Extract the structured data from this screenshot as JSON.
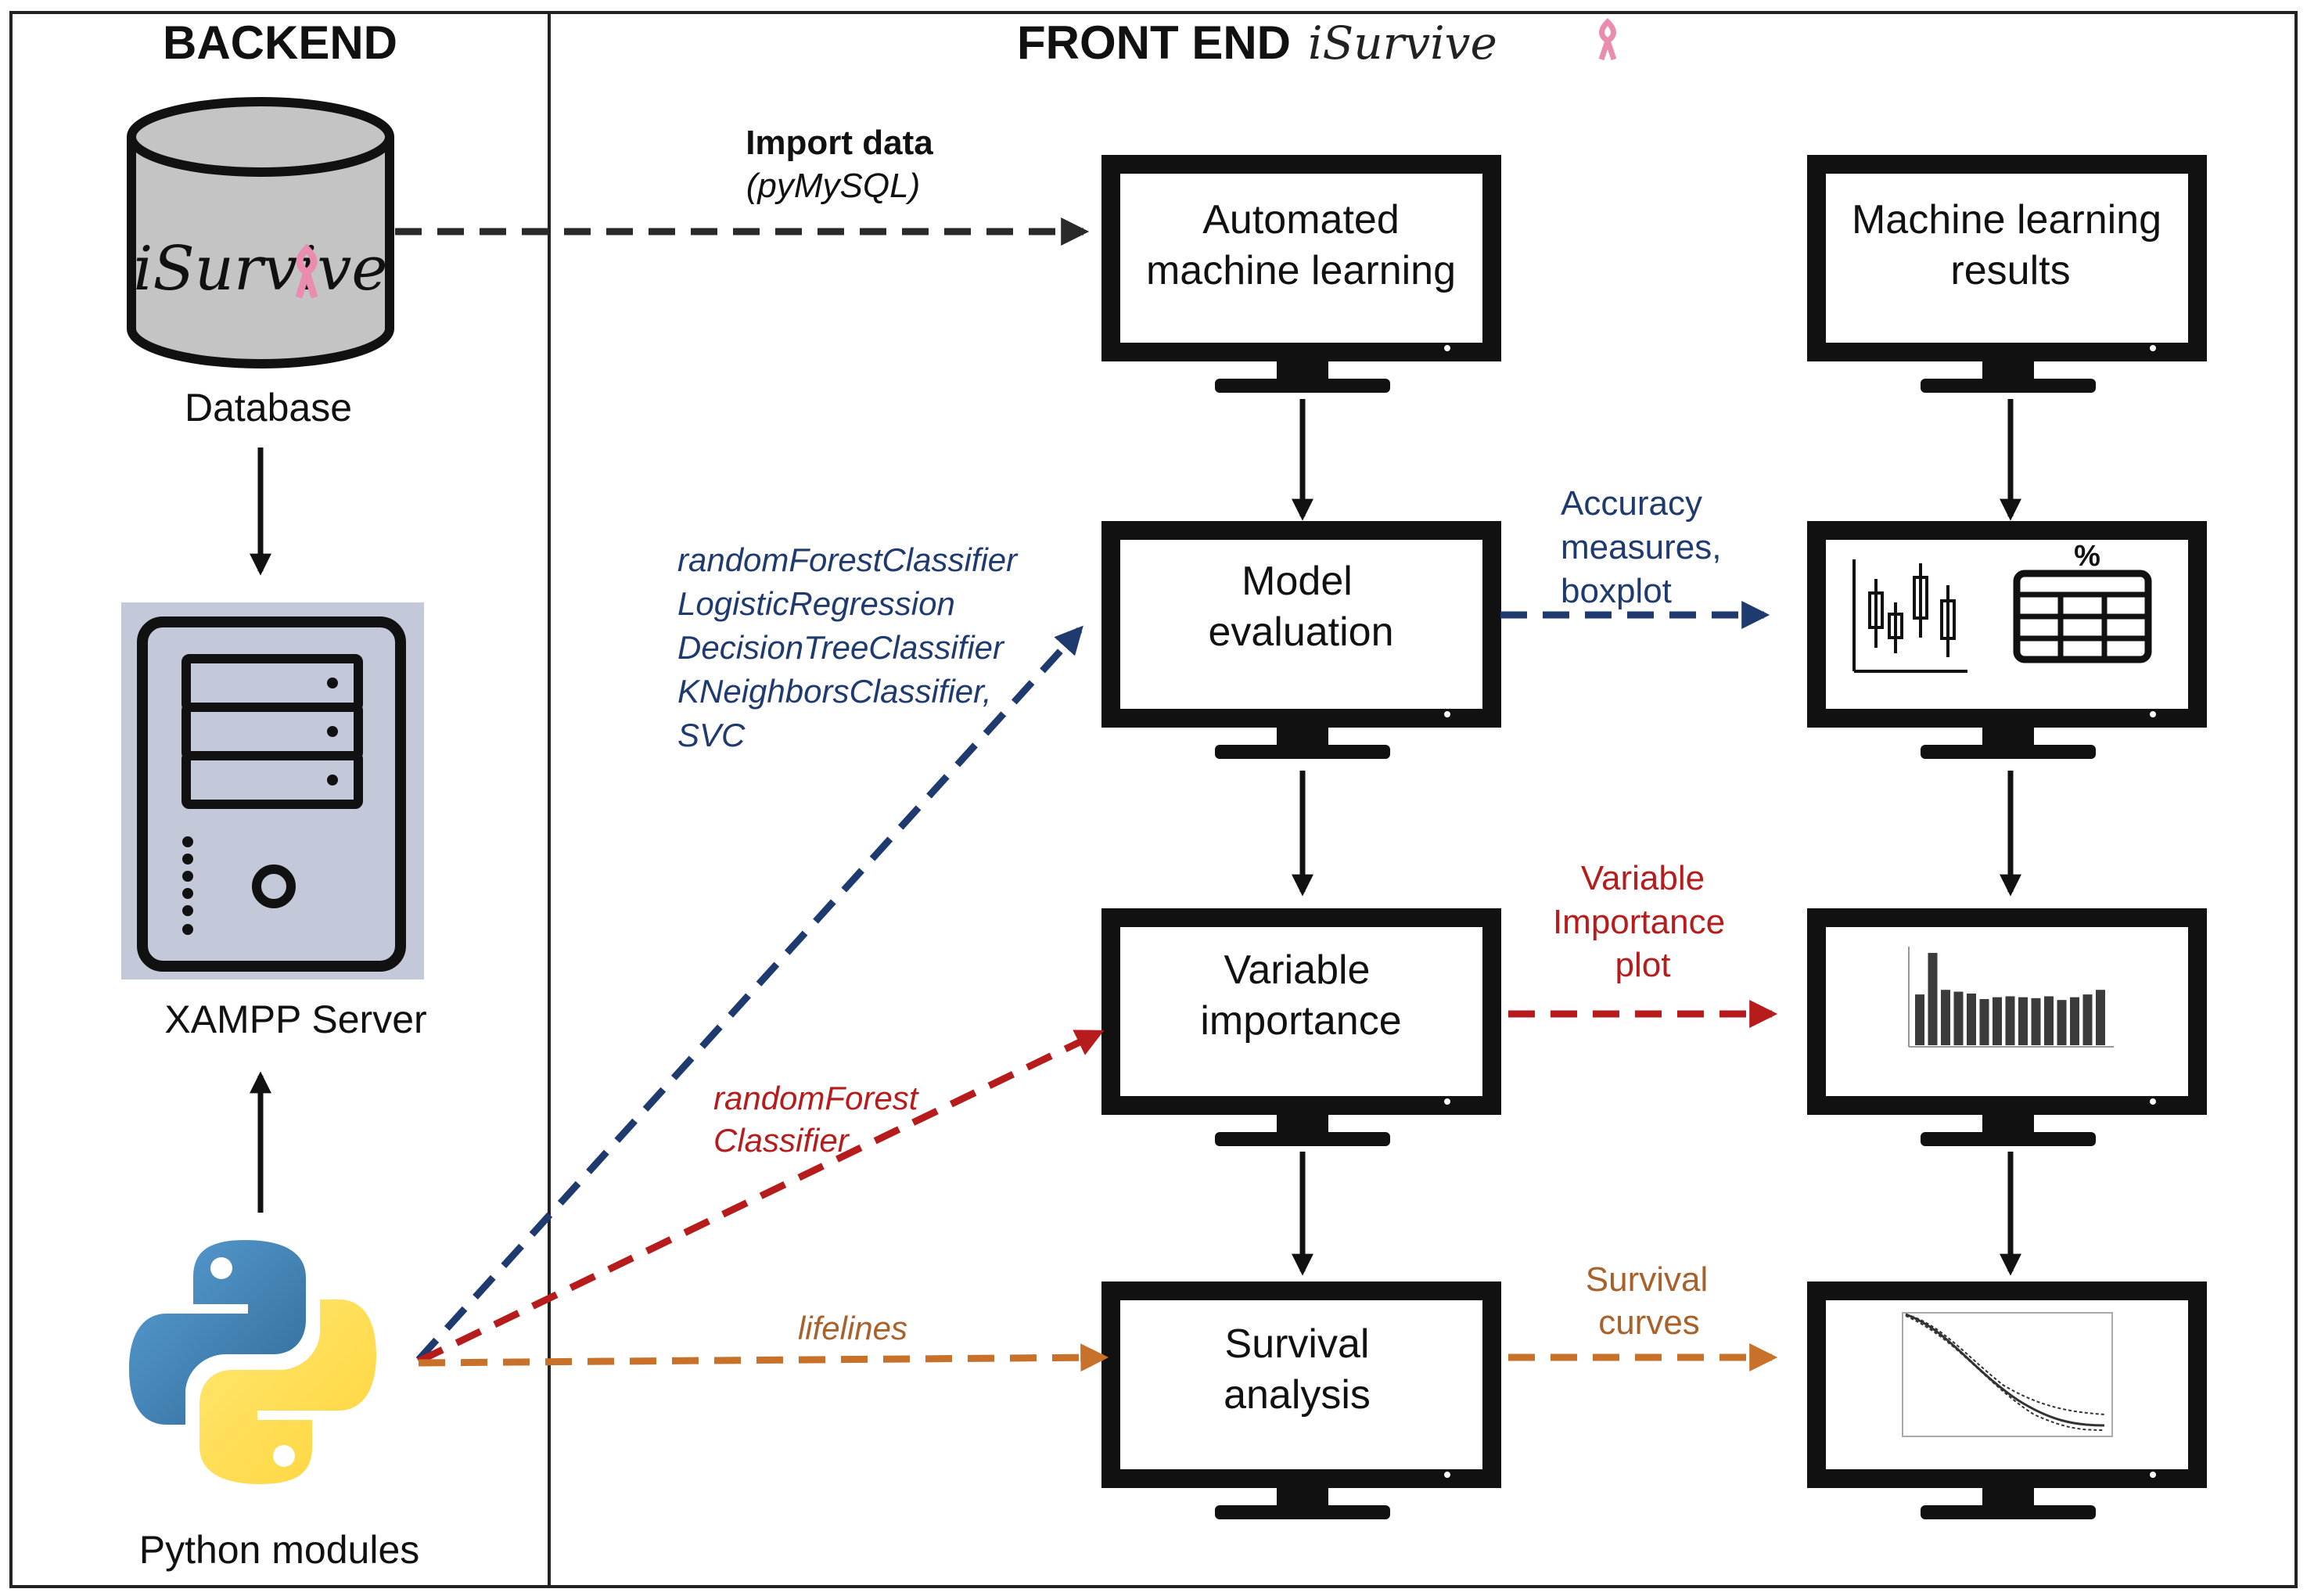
{
  "titles": {
    "backend": "BACKEND",
    "frontend": "FRONT END",
    "frontend_logo": "iSurvive"
  },
  "backend": {
    "database_logo": "iSurvive",
    "database_label": "Database",
    "server_label": "XAMPP Server",
    "python_label": "Python modules"
  },
  "import": {
    "title": "Import data",
    "module": "(pyMySQL)"
  },
  "screens": {
    "automl": [
      "Automated",
      "machine learning"
    ],
    "eval": [
      "Model",
      "evaluation"
    ],
    "varimp": [
      "Variable",
      "importance"
    ],
    "surv": [
      "Survival",
      "analysis"
    ],
    "results": [
      "Machine learning",
      "results"
    ]
  },
  "classifiers": [
    "randomForestClassifier",
    "LogisticRegression",
    "DecisionTreeClassifier",
    "KNeighborsClassifier,",
    "SVC"
  ],
  "rf_classifier": [
    "randomForest",
    "Classifier"
  ],
  "lifelines": "lifelines",
  "accuracy": [
    "Accuracy",
    "measures,",
    "boxplot"
  ],
  "varimp_plot": [
    "Variable",
    "Importance",
    "plot"
  ],
  "survival_curves": [
    "Survival",
    "curves"
  ],
  "table_symbol": "%",
  "icons": {
    "database": "database-cylinder-icon",
    "server": "server-tower-icon",
    "python": "python-logo-icon",
    "ribbon": "pink-ribbon-icon",
    "boxplot": "boxplot-chart-icon",
    "table": "table-grid-icon",
    "barchart": "bar-chart-icon",
    "survival": "survival-curve-icon"
  },
  "colors": {
    "navy": "#1f3a6e",
    "red": "#b71c1c",
    "orange": "#c8712a",
    "ribbon": "#e98cb0",
    "server_bg": "#c3c9d8",
    "database_fill": "#c4c4c4"
  },
  "chart_thumbnails": {
    "importance_bars": [
      0.55,
      1.0,
      0.6,
      0.58,
      0.56,
      0.5,
      0.52,
      0.53,
      0.52,
      0.51,
      0.53,
      0.49,
      0.52,
      0.55,
      0.6
    ]
  }
}
